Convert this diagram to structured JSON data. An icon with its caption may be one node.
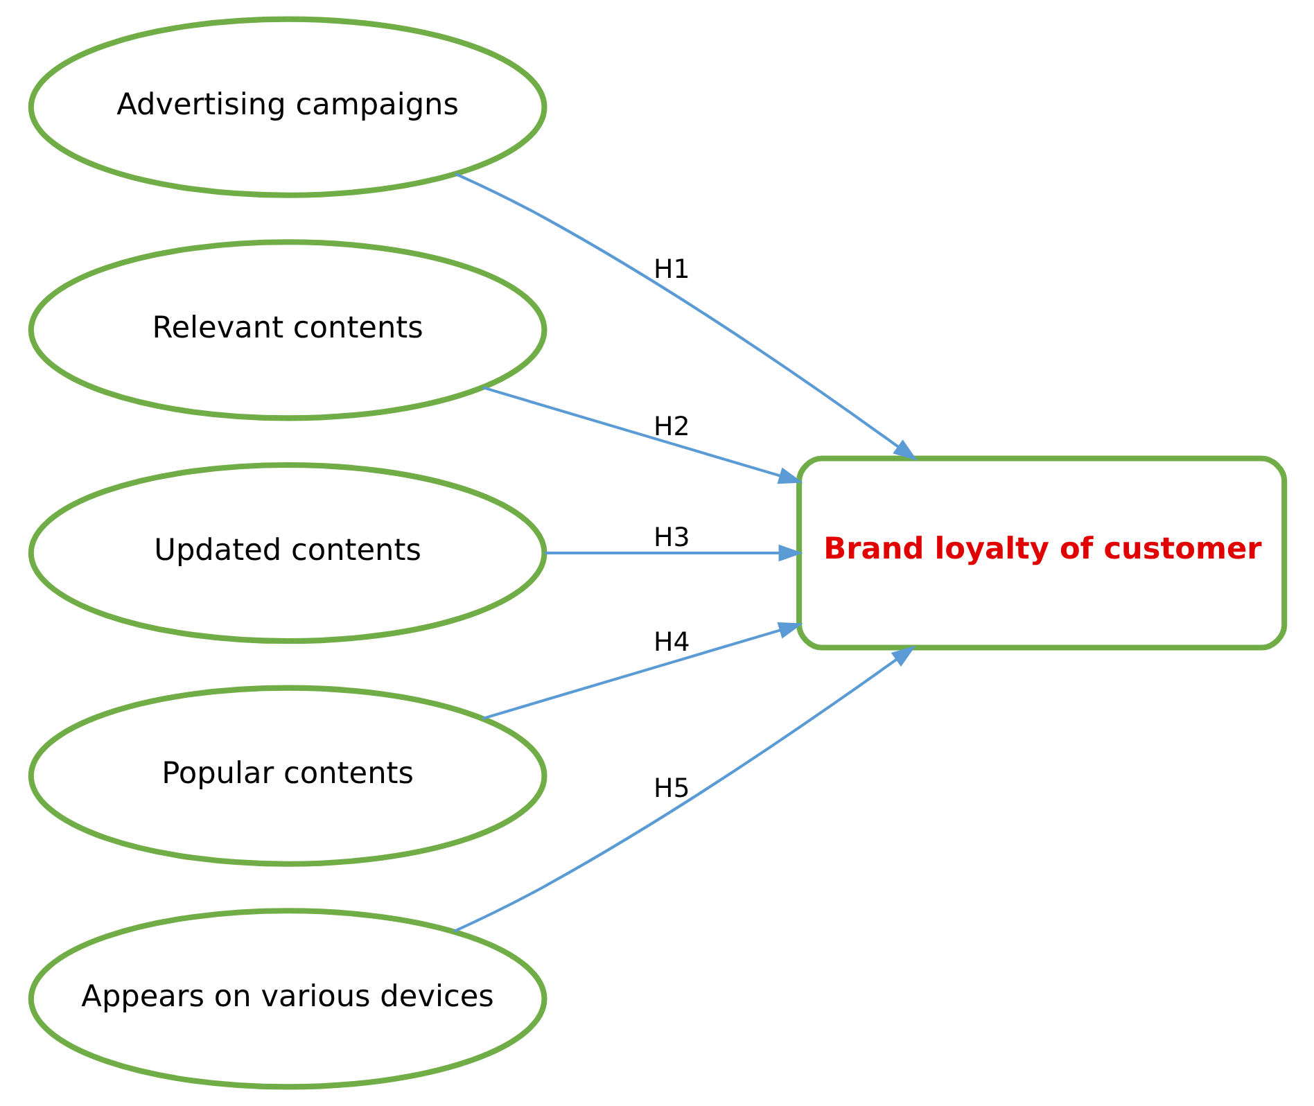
{
  "diagram": {
    "nodes": [
      {
        "text": [
          "Advertising campaigns"
        ]
      },
      {
        "text": [
          "Relevant contents"
        ]
      },
      {
        "text": [
          "Updated contents"
        ]
      },
      {
        "text": [
          "Popular contents"
        ]
      },
      {
        "text": [
          "Appears on various devices"
        ]
      },
      {
        "text": [
          "Brand loyalty of customer"
        ]
      }
    ],
    "edges": [
      {
        "from": 0,
        "to": 5,
        "arrow": "to",
        "label": "H1"
      },
      {
        "from": 1,
        "to": 5,
        "arrow": "to",
        "label": "H2"
      },
      {
        "from": 2,
        "to": 5,
        "arrow": "to",
        "label": "H3"
      },
      {
        "from": 3,
        "to": 5,
        "arrow": "to",
        "label": "H4"
      },
      {
        "from": 4,
        "to": 5,
        "arrow": "to",
        "label": "H5"
      }
    ]
  }
}
